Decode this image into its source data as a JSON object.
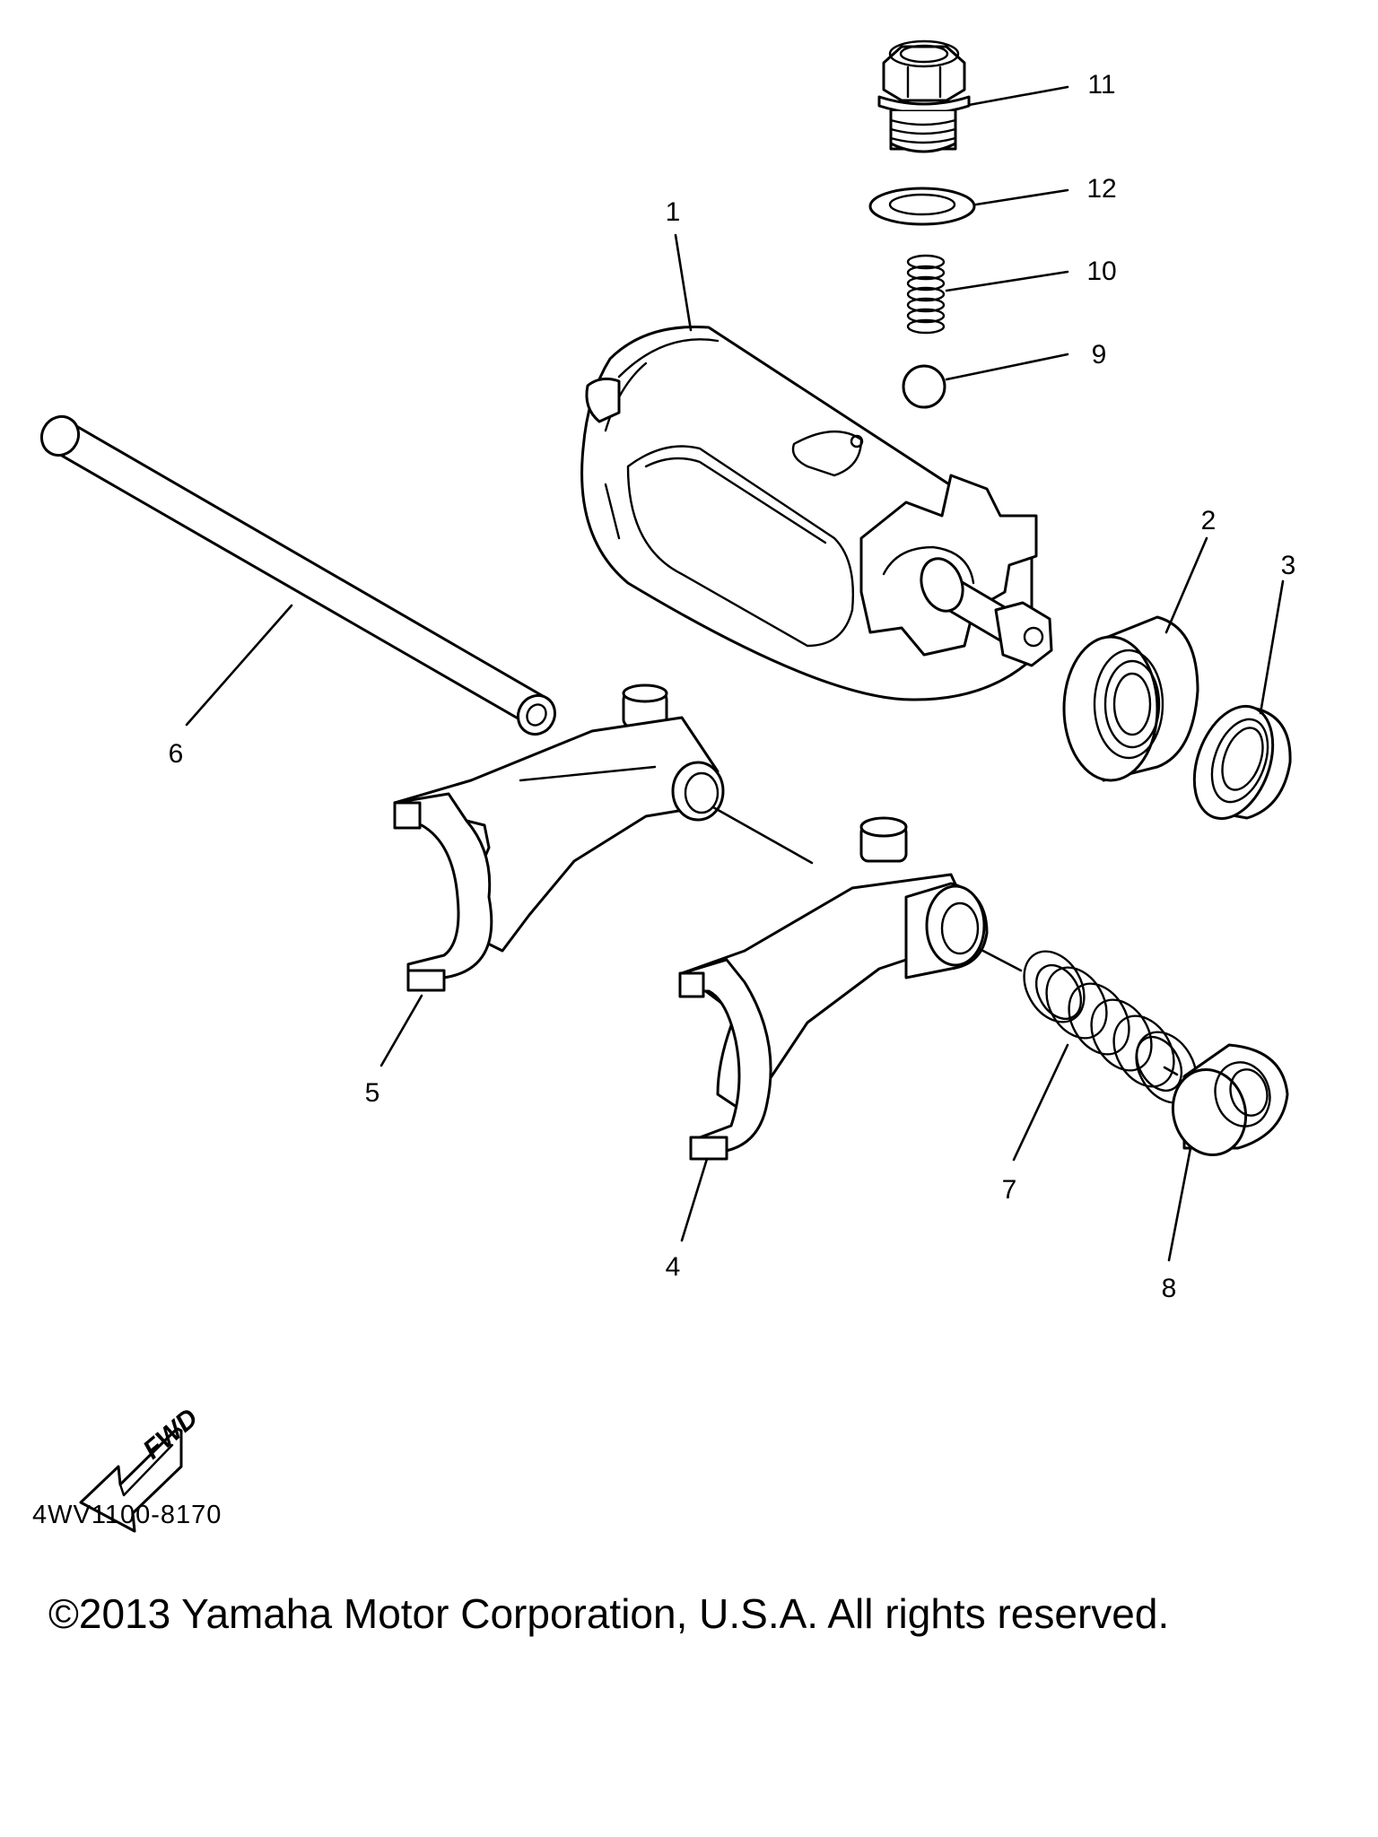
{
  "diagram": {
    "callouts": [
      {
        "id": "1",
        "label": "1",
        "part": "shift-drum"
      },
      {
        "id": "2",
        "label": "2",
        "part": "bearing"
      },
      {
        "id": "3",
        "label": "3",
        "part": "oil-seal"
      },
      {
        "id": "4",
        "label": "4",
        "part": "shift-fork-lower"
      },
      {
        "id": "5",
        "label": "5",
        "part": "shift-fork-upper"
      },
      {
        "id": "6",
        "label": "6",
        "part": "guide-bar"
      },
      {
        "id": "7",
        "label": "7",
        "part": "compression-spring"
      },
      {
        "id": "8",
        "label": "8",
        "part": "collar"
      },
      {
        "id": "9",
        "label": "9",
        "part": "ball"
      },
      {
        "id": "10",
        "label": "10",
        "part": "detent-spring"
      },
      {
        "id": "11",
        "label": "11",
        "part": "bolt"
      },
      {
        "id": "12",
        "label": "12",
        "part": "washer"
      }
    ],
    "fwd_label": "FWD",
    "part_code": "4WV1100-8170"
  },
  "footer": {
    "copyright": "©2013 Yamaha Motor Corporation, U.S.A. All rights reserved."
  },
  "colors": {
    "line": "#000000",
    "background": "#ffffff"
  }
}
